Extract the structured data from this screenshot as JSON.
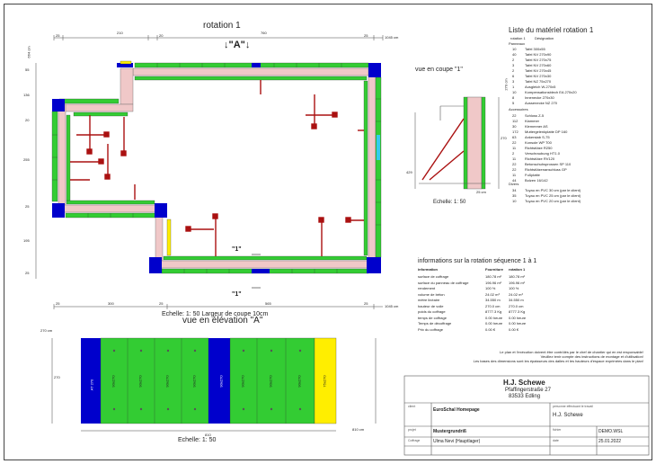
{
  "plan": {
    "title": "rotation 1",
    "section_marker": "↓\"A\"↓",
    "dim_top": [
      "25",
      "210",
      "20",
      "760",
      "25"
    ],
    "dim_top_total": "1045 cm",
    "dim_left": [
      "664 cm",
      "55",
      "136",
      "20",
      "255",
      "25",
      "195",
      "25"
    ],
    "dim_bottom": [
      "25",
      "300",
      "25",
      "565",
      "25"
    ],
    "dim_bottom_total": "1045 cm",
    "marker_1_upper": "\"1\"",
    "marker_1_lower": "\"1\"",
    "scale": "Echelle: 1: 50   Largeur de coupe 10cm"
  },
  "section_view": {
    "title": "vue en coupe \"1\"",
    "dim_right": "270 cm",
    "dim_mid": "270",
    "dim_left": "429",
    "dim_bottom": "25 cm",
    "scale": "Echelle: 1: 50"
  },
  "elevation": {
    "title": "vue en élévation \"A\"",
    "dim_left": "270 cm",
    "dim_left2": "270",
    "dim_bottom": "810",
    "dim_bottom_total": "810 cm",
    "scale": "Echelle: 1: 50",
    "panels": [
      "AT 270",
      "90x270",
      "90x270",
      "90x270",
      "90x270",
      "90x270",
      "90x270",
      "90x270",
      "90x270",
      "75x270"
    ]
  },
  "material_list": {
    "title": "Liste du matériel  rotation 1",
    "col_headers": [
      "rotation 1",
      "Désignation"
    ],
    "section_panneaux": "Panneaux",
    "panneaux": [
      [
        "10",
        "Tafel 300x55"
      ],
      [
        "40",
        "Tafel NV 270x90"
      ],
      [
        "2",
        "Tafel NV 270x75"
      ],
      [
        "3",
        "Tafel NV 270x60"
      ],
      [
        "2",
        "Tafel NV 270x45"
      ],
      [
        "6",
        "Tafel NV 270x30"
      ],
      [
        "3",
        "Tafel NZ 75x270"
      ],
      [
        "1",
        "Ausgleich W-270x5"
      ],
      [
        "10",
        "Kompensationsblech EA 270x20"
      ],
      [
        "8",
        "Innenecke 270x30"
      ],
      [
        "5",
        "Aussenecke NZ 270"
      ]
    ],
    "section_accessoires": "Accessoires",
    "accessoires": [
      [
        "22",
        "Schloss Z-5"
      ],
      [
        "112",
        "Klammer"
      ],
      [
        "30",
        "Klemmmer AS"
      ],
      [
        "172",
        "Muttergelenkplatte DP 160"
      ],
      [
        "63",
        "Ankerstab S-75"
      ],
      [
        "22",
        "Konsole WP T00"
      ],
      [
        "11",
        "Richtstütze R250"
      ],
      [
        "2",
        "Verschraubung HT1.0"
      ],
      [
        "11",
        "Richtstütze RV120"
      ],
      [
        "22",
        "Betonschuhsprossen SP 110"
      ],
      [
        "22",
        "Richtstützenanschluss GP"
      ],
      [
        "11",
        "Fußplatte"
      ],
      [
        "44",
        "Bolzen 16/142"
      ]
    ],
    "section_divers": "Divers",
    "divers": [
      [
        "34",
        "Tuyau en PVC 30 cm (par le client)"
      ],
      [
        "35",
        "Tuyau en PVC 25 cm (par le client)"
      ],
      [
        "10",
        "Tuyau en PVC 20 cm (par le client)"
      ]
    ]
  },
  "rotation_info": {
    "title": "informations sur la rotation  séquence 1 à 1",
    "headers": [
      "information",
      "Fourniture",
      "rotation 1"
    ],
    "rows": [
      [
        "surface de coffrage",
        "180.78 m²",
        "180.78 m²"
      ],
      [
        "surface du panneau de coffrage",
        "196.96 m²",
        "196.96 m²"
      ],
      [
        "rendement",
        "100 %",
        "100 %"
      ],
      [
        "volume de béton",
        "24.02 m³",
        "24.02 m³"
      ],
      [
        "mètre linéaire",
        "34.550 m",
        "34.550 m"
      ],
      [
        "hauteur de voile",
        "270.0 cm",
        "270.0 cm"
      ],
      [
        "poids du coffrage",
        "8777.3 Kg",
        "8777.3 Kg"
      ],
      [
        "temps de coffrage",
        "0.00 heure",
        "0.00 heure"
      ],
      [
        "Temps de décoffrage",
        "0.00 heure",
        "0.00 heure"
      ],
      [
        "Prix du coffrage",
        "0.00 €",
        "0.00 €"
      ]
    ]
  },
  "notes": [
    "Le plan et l'exécution doivent être contrôlés par le chef de chantier qui en est responsable!",
    "Veuillez tenir compte des instructions de montage et d'utilisation!",
    "Les bases des dimensions sont les épaisseurs des dalles et les hauteurs d'espace exprimées dans le plan!"
  ],
  "title_block": {
    "company": "H.J. Schewe",
    "street": "Pfaffingerstraße 27",
    "city": "83533 Edling",
    "client_label": "client",
    "client": "EuroSchal Homepage",
    "contact_label": "personne effectuant le travail",
    "contact": "H.J. Schewe",
    "project_label": "projet",
    "project": "Mustergrundriß",
    "file_label": "fichier",
    "file": "DEMO.WSL",
    "system_label": "Coffrage",
    "system": "Ulma Nevi (Hauptlager)",
    "date_label": "date",
    "date": "25.01.2022"
  },
  "colors": {
    "panel_green": "#33cc33",
    "panel_blue": "#0000cc",
    "panel_yellow": "#ffee00",
    "wall_pink": "#f0c8c8",
    "prop_red": "#aa1111",
    "accent_cyan": "#33ccee"
  }
}
